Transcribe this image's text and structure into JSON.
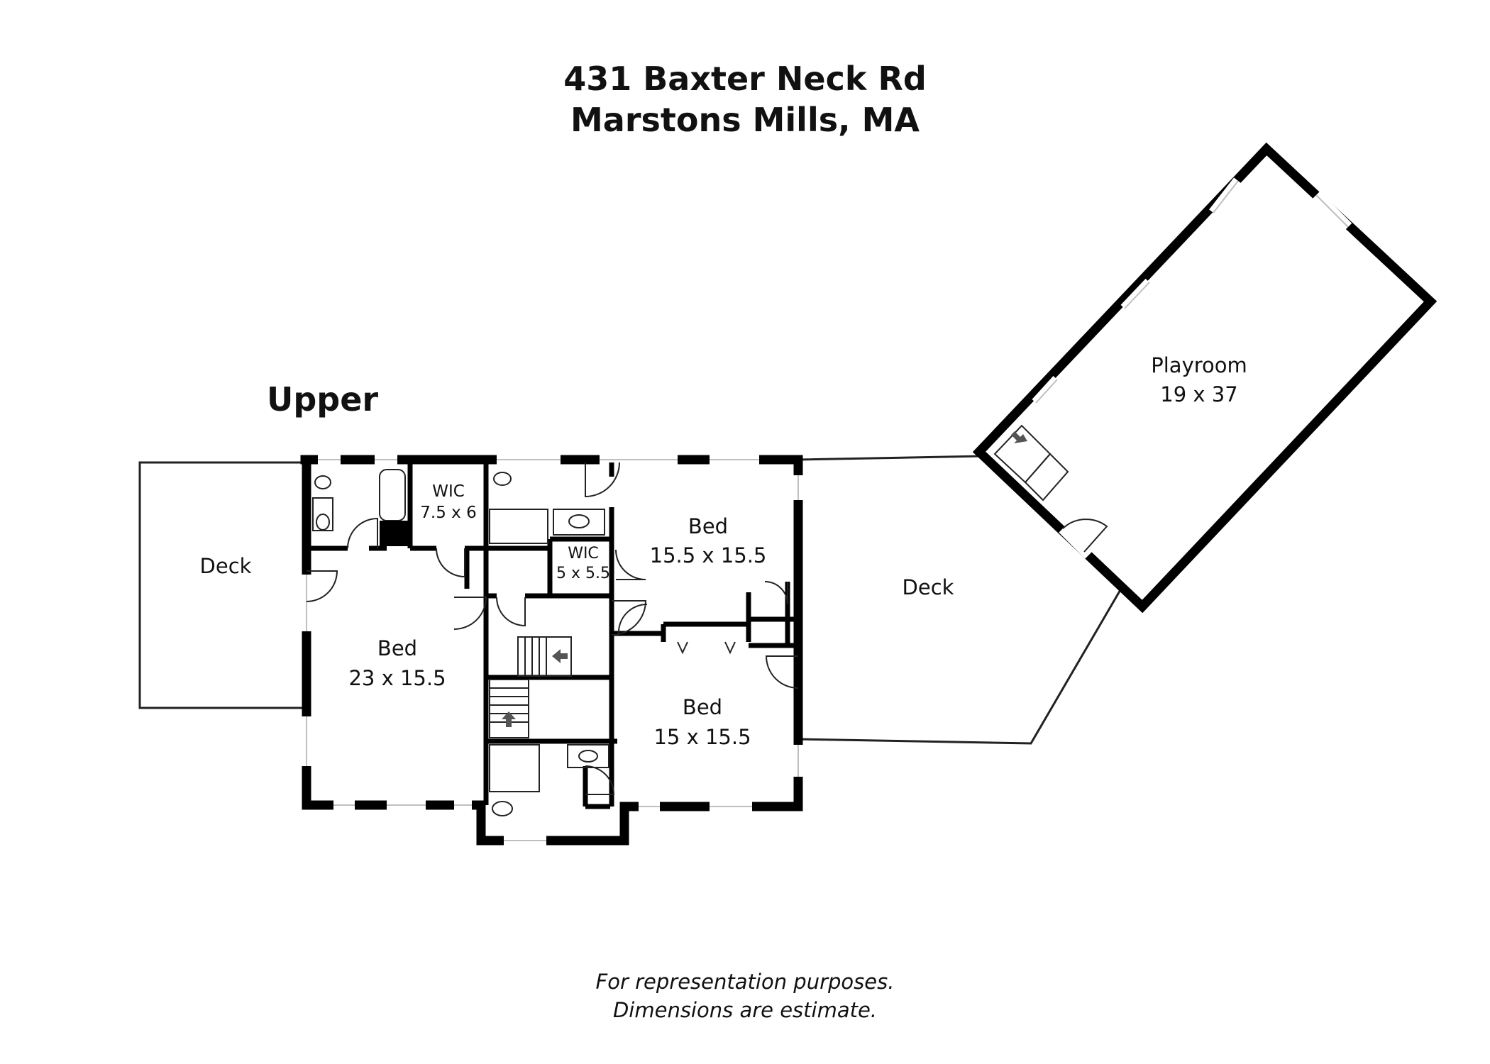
{
  "header": {
    "address_line1": "431 Baxter Neck Rd",
    "address_line2": "Marstons Mills, MA"
  },
  "level_label": "Upper",
  "rooms": {
    "deck_left": {
      "name": "Deck"
    },
    "bed_main": {
      "name": "Bed",
      "dims": "23 x 15.5"
    },
    "wic_large": {
      "name": "WIC",
      "dims": "7.5 x 6"
    },
    "wic_small": {
      "name": "WIC",
      "dims": "5 x 5.5"
    },
    "bed_ne": {
      "name": "Bed",
      "dims": "15.5 x 15.5"
    },
    "bed_se": {
      "name": "Bed",
      "dims": "15 x 15.5"
    },
    "deck_right": {
      "name": "Deck"
    },
    "playroom": {
      "name": "Playroom",
      "dims": "19 x 37"
    }
  },
  "footer": {
    "line1": "For representation purposes.",
    "line2": "Dimensions are estimate."
  },
  "colors": {
    "wall": "#000000",
    "line": "#222222",
    "window": "#bfbfbf",
    "background": "#ffffff"
  }
}
